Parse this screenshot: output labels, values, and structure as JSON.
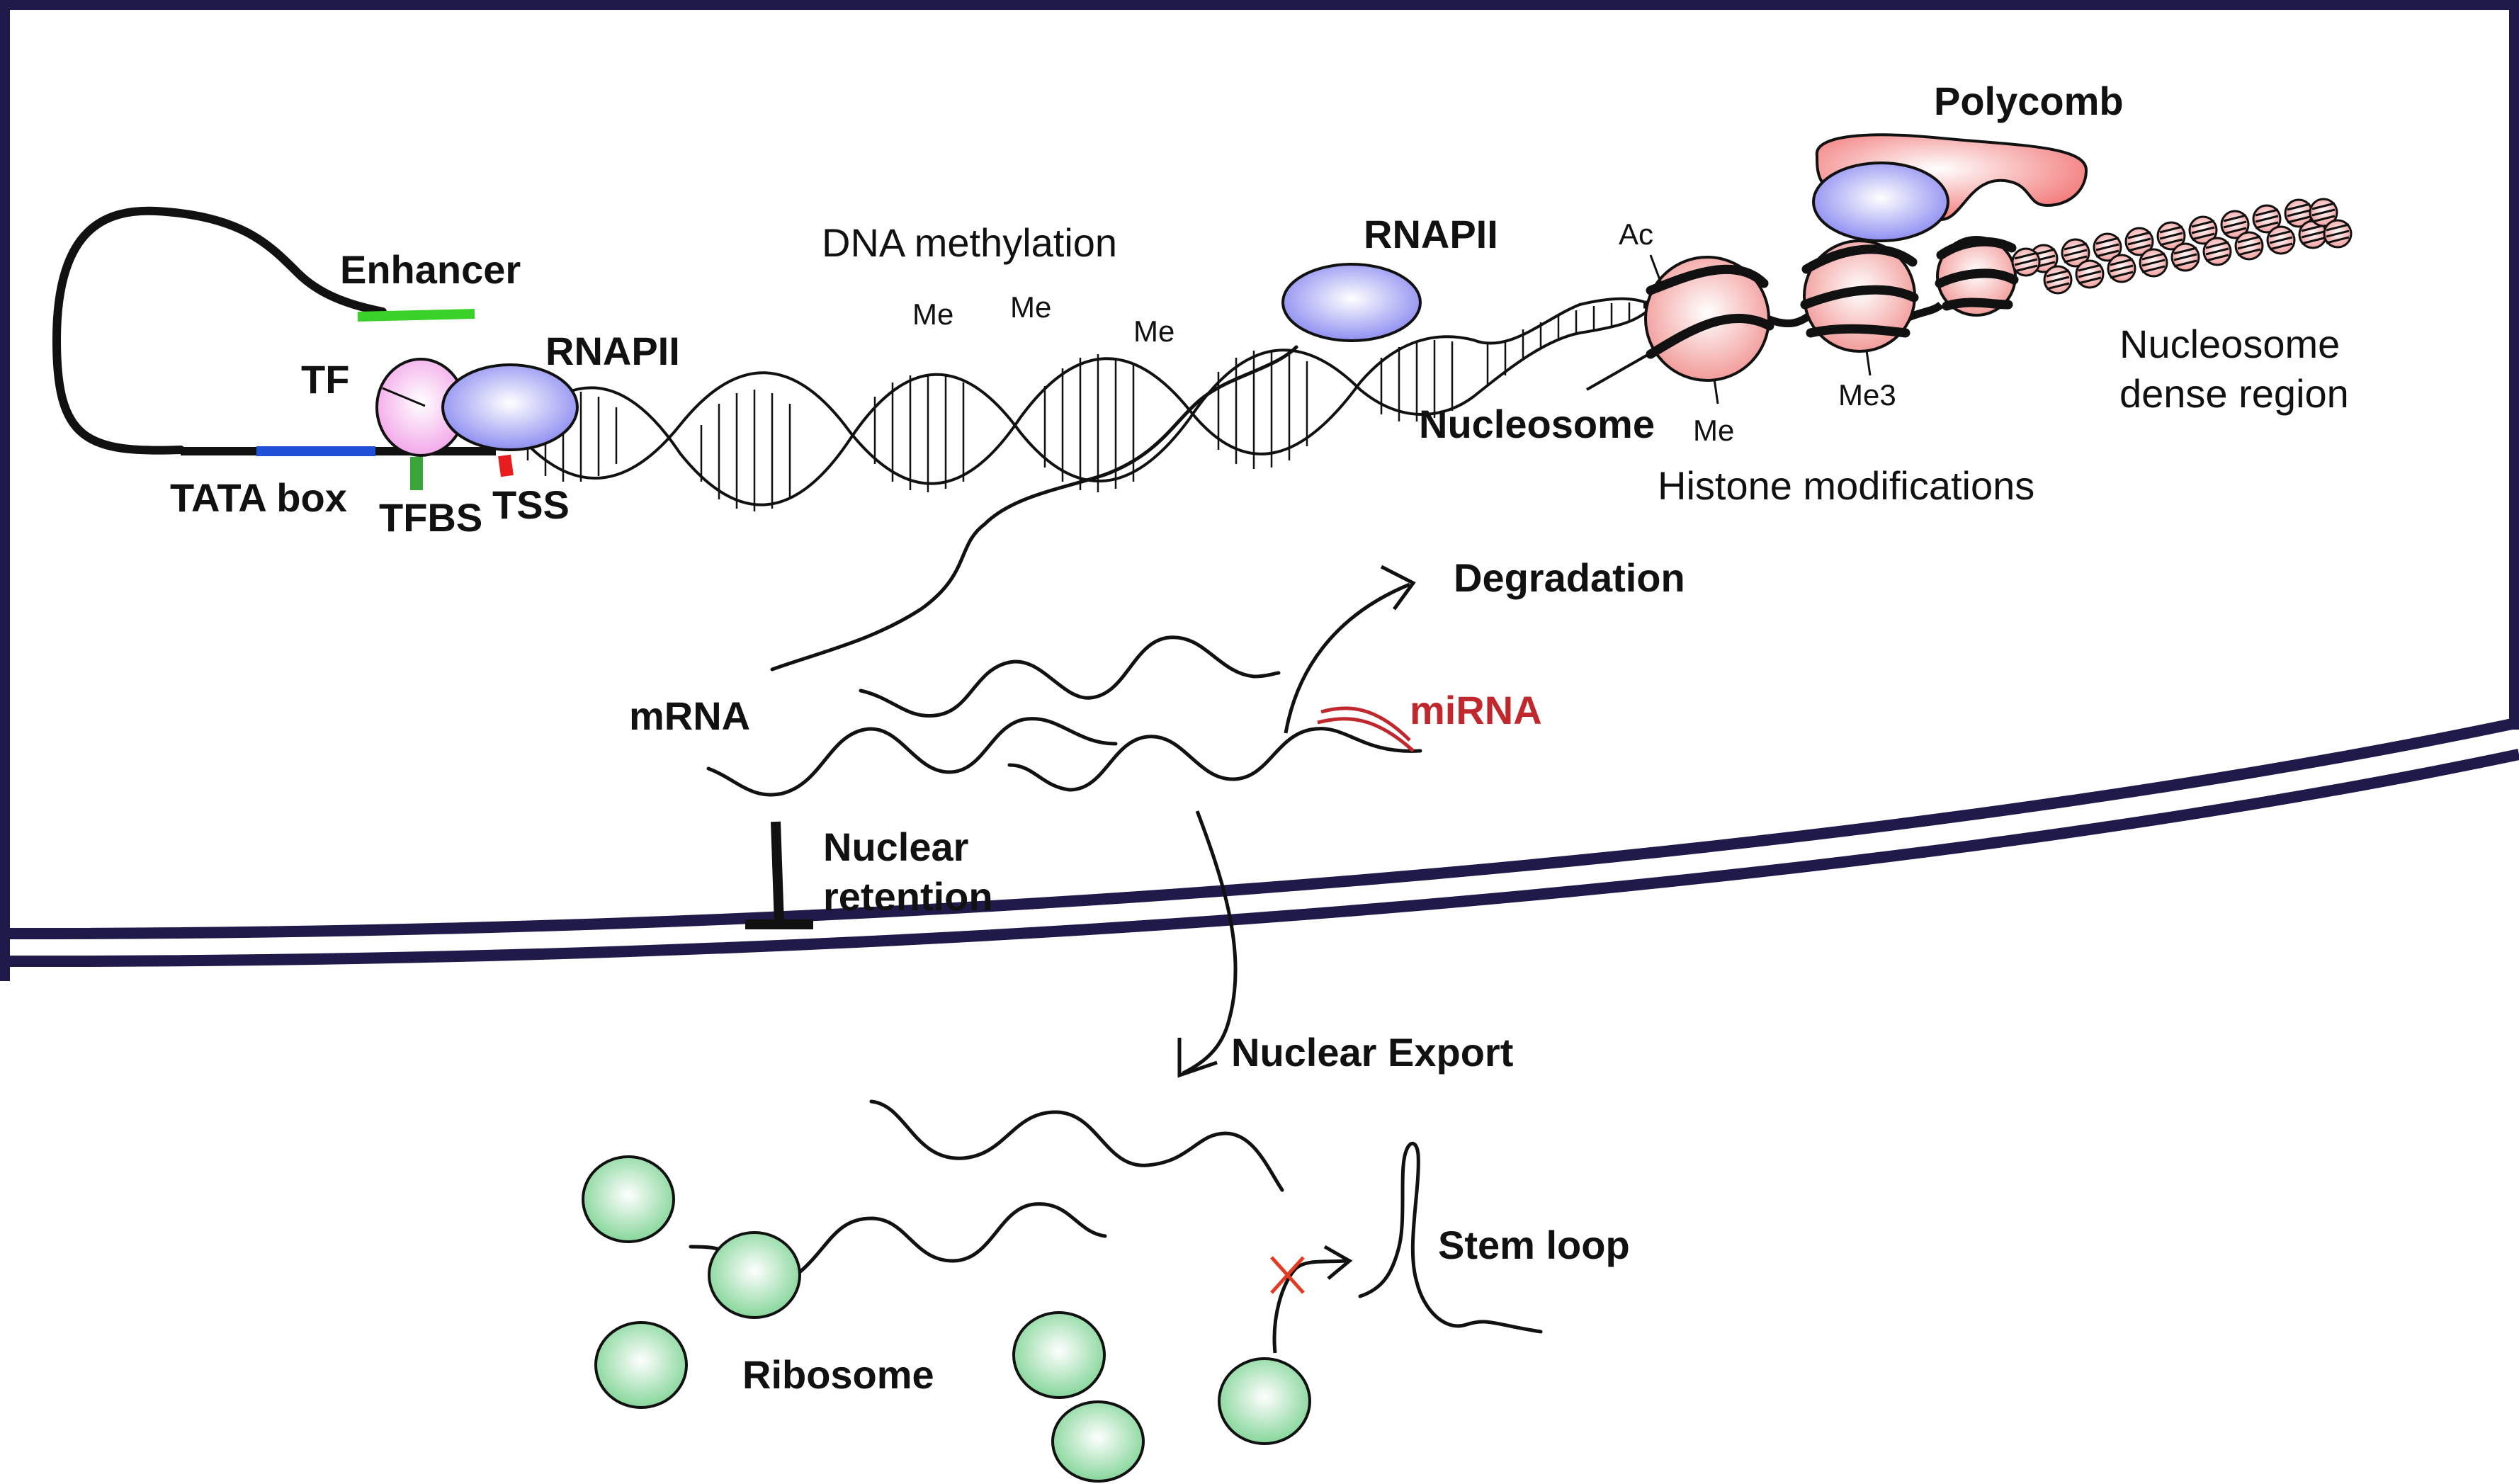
{
  "labels": {
    "enhancer": "Enhancer",
    "tf": "TF",
    "rnapii_left": "RNAPII",
    "tata_box": "TATA box",
    "tfbs": "TFBS",
    "tss": "TSS",
    "dna_methylation": "DNA methylation",
    "me_1": "Me",
    "me_2": "Me",
    "me_3": "Me",
    "rnapii_right": "RNAPII",
    "ac": "Ac",
    "polycomb": "Polycomb",
    "nucleosome": "Nucleosome",
    "me_histone": "Me",
    "me3": "Me3",
    "histone_modifications": "Histone modifications",
    "nucleosome_dense_line1": "Nucleosome",
    "nucleosome_dense_line2": "dense region",
    "degradation": "Degradation",
    "mrna": "mRNA",
    "mirna": "miRNA",
    "nuclear_retention_line1": "Nuclear",
    "nuclear_retention_line2": "retention",
    "nuclear_export": "Nuclear Export",
    "stem_loop": "Stem loop",
    "ribosome": "Ribosome"
  },
  "colors": {
    "membrane": "#1f1a4a",
    "enhancer": "#39d12a",
    "tata_box": "#1f4fd6",
    "tfbs": "#3aa63a",
    "tss": "#e81c1c",
    "tf": "#f3a8ea",
    "rnapii": "#8f8ff2",
    "nucleosome": "#f29c9a",
    "polycomb": "#f27272",
    "mirna": "#c0282d",
    "ribosome": "#86d69a",
    "block_x": "#e23b22"
  },
  "icons": {
    "export_arrow": "curved-arrow-icon",
    "degradation_arrow": "curved-arrow-icon",
    "retention_bar": "inhibition-bar-icon",
    "translation_block": "red-x-icon"
  }
}
